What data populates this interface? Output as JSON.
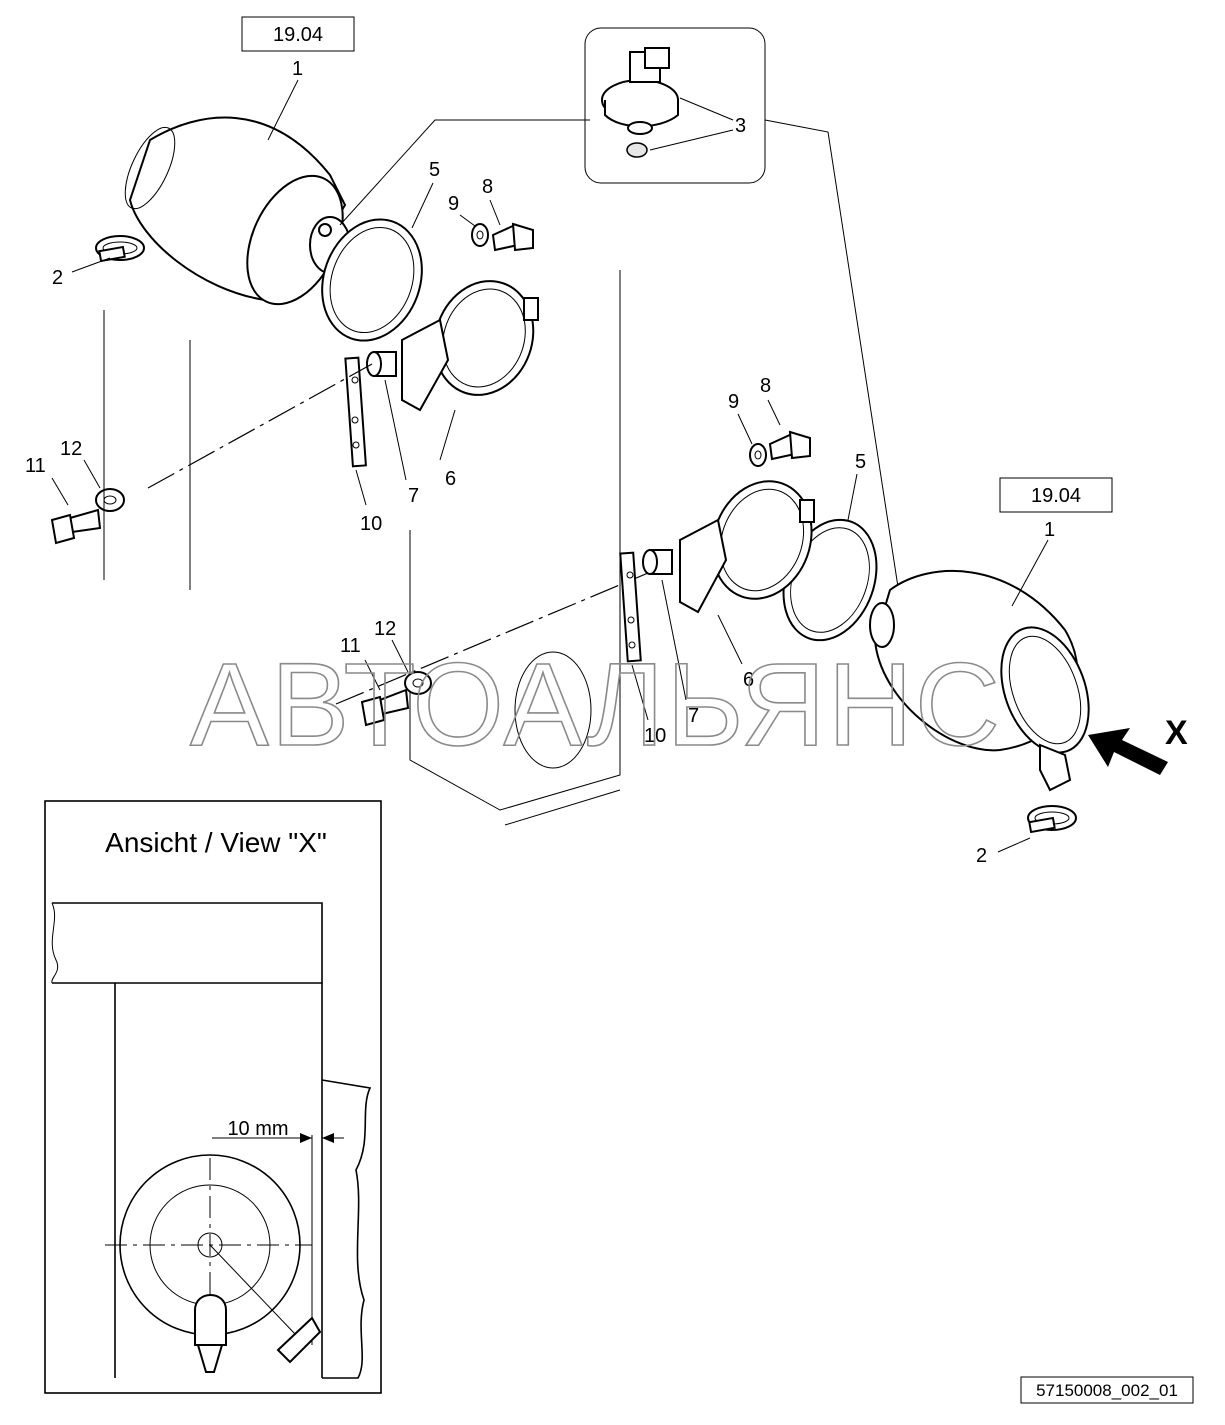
{
  "drawing": {
    "ref_box_left": "19.04",
    "ref_box_right": "19.04",
    "callouts": {
      "c1_left": "1",
      "c1_right": "1",
      "c2_left": "2",
      "c2_right": "2",
      "c3": "3",
      "c5_left": "5",
      "c5_right": "5",
      "c6_left": "6",
      "c6_right": "6",
      "c7_left": "7",
      "c7_right": "7",
      "c8_left": "8",
      "c8_right": "8",
      "c9_left": "9",
      "c9_right": "9",
      "c10_left": "10",
      "c10_right": "10",
      "c11_left": "11",
      "c11_right": "11",
      "c12_left": "12",
      "c12_right": "12"
    },
    "view_arrow_label": "X",
    "inset_title": "Ansicht / View \"X\"",
    "dimension_label": "10 mm",
    "drawing_code": "57150008_002_01",
    "watermark": "АВТОАЛЬЯНС"
  }
}
